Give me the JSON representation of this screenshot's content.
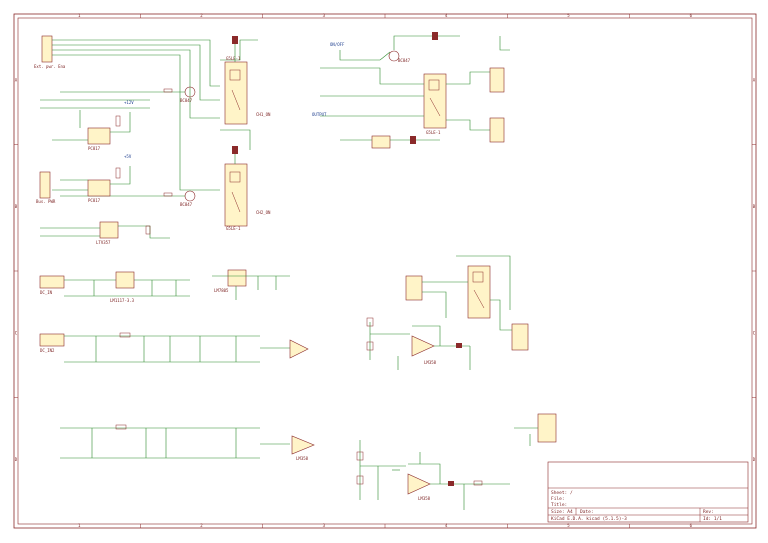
{
  "colors": {
    "frame": "#8b2a2a",
    "wire": "#2e8b2e",
    "component": "#8b2a2a",
    "component_fill": "#fff4c8",
    "text": "#7a1f1f",
    "netlabel": "#1f3f8f"
  },
  "sheet": {
    "border_numbers": [
      "1",
      "2",
      "3",
      "4",
      "5",
      "6"
    ],
    "border_letters": [
      "A",
      "B",
      "C",
      "D"
    ]
  },
  "schematic": {
    "top_left": {
      "conn_top": "Ext. pwr. Ena",
      "conn_bottom": "Bus. PWR",
      "q1": "BC847",
      "q2": "BC847",
      "relay1": "G5LE-1",
      "relay2": "G5LE-1",
      "net_ch1": "CH1_ON",
      "net_ch2": "CH2_ON",
      "opto1": "PC817",
      "opto2": "PC817",
      "optodrv": "LTV357",
      "net_5v": "+5V",
      "net_12v": "+12V"
    },
    "top_right": {
      "net_onoff": "ON/OFF",
      "net_output": "OUTPUT",
      "transistor": "BC847",
      "relay": "G5LE-1"
    },
    "middle_left": {
      "reg1": "LM1117-3.3",
      "reg2": "LM7805",
      "jack1": "DC_IN",
      "jack2": "DC_IN2"
    },
    "middle_right": {
      "opamp": "LM358"
    },
    "bottom_left": {
      "opamp": "LM358"
    },
    "bottom_right": {
      "opamp": "LM358"
    },
    "title_block": {
      "sheet_line": "Sheet: /",
      "file_line": "File: ",
      "title_line": "Title:",
      "size_label": "Size: A4",
      "date_label": "Date:",
      "kicad_line": "KiCad E.D.A.  kicad (5.1.5)-3",
      "rev_label": "Rev:",
      "id_label": "Id: 1/1"
    }
  }
}
